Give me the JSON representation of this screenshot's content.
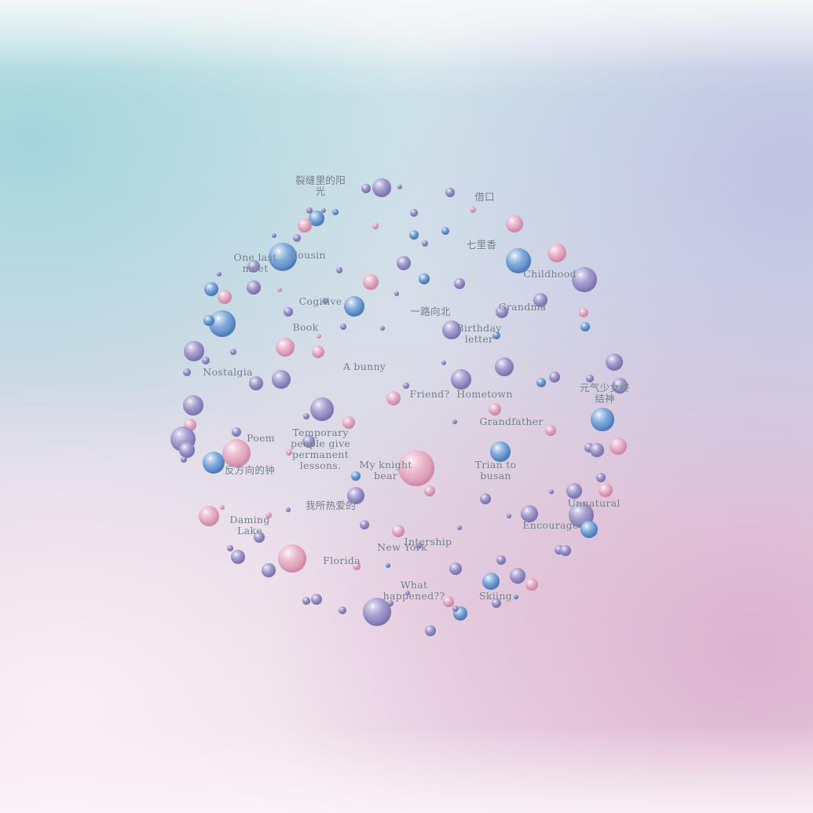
{
  "nodes": [
    {
      "label": "裂缝里的阳\n光"
    },
    {
      "label": "借口"
    },
    {
      "label": "七里香"
    },
    {
      "label": "One last\nmeet"
    },
    {
      "label": "Cousin"
    },
    {
      "label": "Childhood"
    },
    {
      "label": "Cogitive"
    },
    {
      "label": "Grandma"
    },
    {
      "label": "一路向北"
    },
    {
      "label": "Book"
    },
    {
      "label": "Birthday\nletter"
    },
    {
      "label": "A bunny"
    },
    {
      "label": "Nostalgia"
    },
    {
      "label": "Friend?"
    },
    {
      "label": "Hometown"
    },
    {
      "label": "元气少女终\n结神"
    },
    {
      "label": "Grandfather"
    },
    {
      "label": "Poem"
    },
    {
      "label": "Temporary\npeople give\npermanent\nlessons."
    },
    {
      "label": "反方向的钟"
    },
    {
      "label": "My knight\nbear"
    },
    {
      "label": "Trian to\nbusan"
    },
    {
      "label": "我所热爱的"
    },
    {
      "label": "Unnatural"
    },
    {
      "label": "Daming\nLake"
    },
    {
      "label": "Encourage"
    },
    {
      "label": "Intership"
    },
    {
      "label": "New York"
    },
    {
      "label": "Florida"
    },
    {
      "label": "What\nhappened??"
    },
    {
      "label": "Skiing"
    }
  ],
  "colors": {
    "purple": "#9a93c7",
    "blue": "#6f9ad0",
    "pink": "#e2a9bf",
    "label": "#6e7a87"
  }
}
